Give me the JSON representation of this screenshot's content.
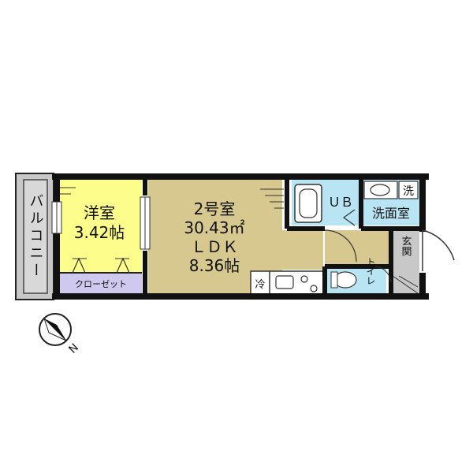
{
  "rooms": {
    "western": {
      "name": "洋室",
      "size": "3.42帖"
    },
    "ldk": {
      "unit": "2号室",
      "area": "30.43㎡",
      "type": "ＬＤＫ",
      "size": "8.36帖"
    },
    "closet": "クローゼット",
    "balcony": "バルコニー",
    "ub": "ＵＢ",
    "laundry": "洗",
    "washroom": "洗面室",
    "entrance": "玄関",
    "toilet": "トイレ",
    "fridge": "冷"
  },
  "compass": {
    "north": "N"
  },
  "colors": {
    "western_room": "#fdfd8c",
    "ldk": "#d6c88f",
    "wet_area": "#b8e4f3",
    "closet": "#cfc9ef",
    "balcony": "#c8c8c8",
    "wall": "#111111"
  }
}
